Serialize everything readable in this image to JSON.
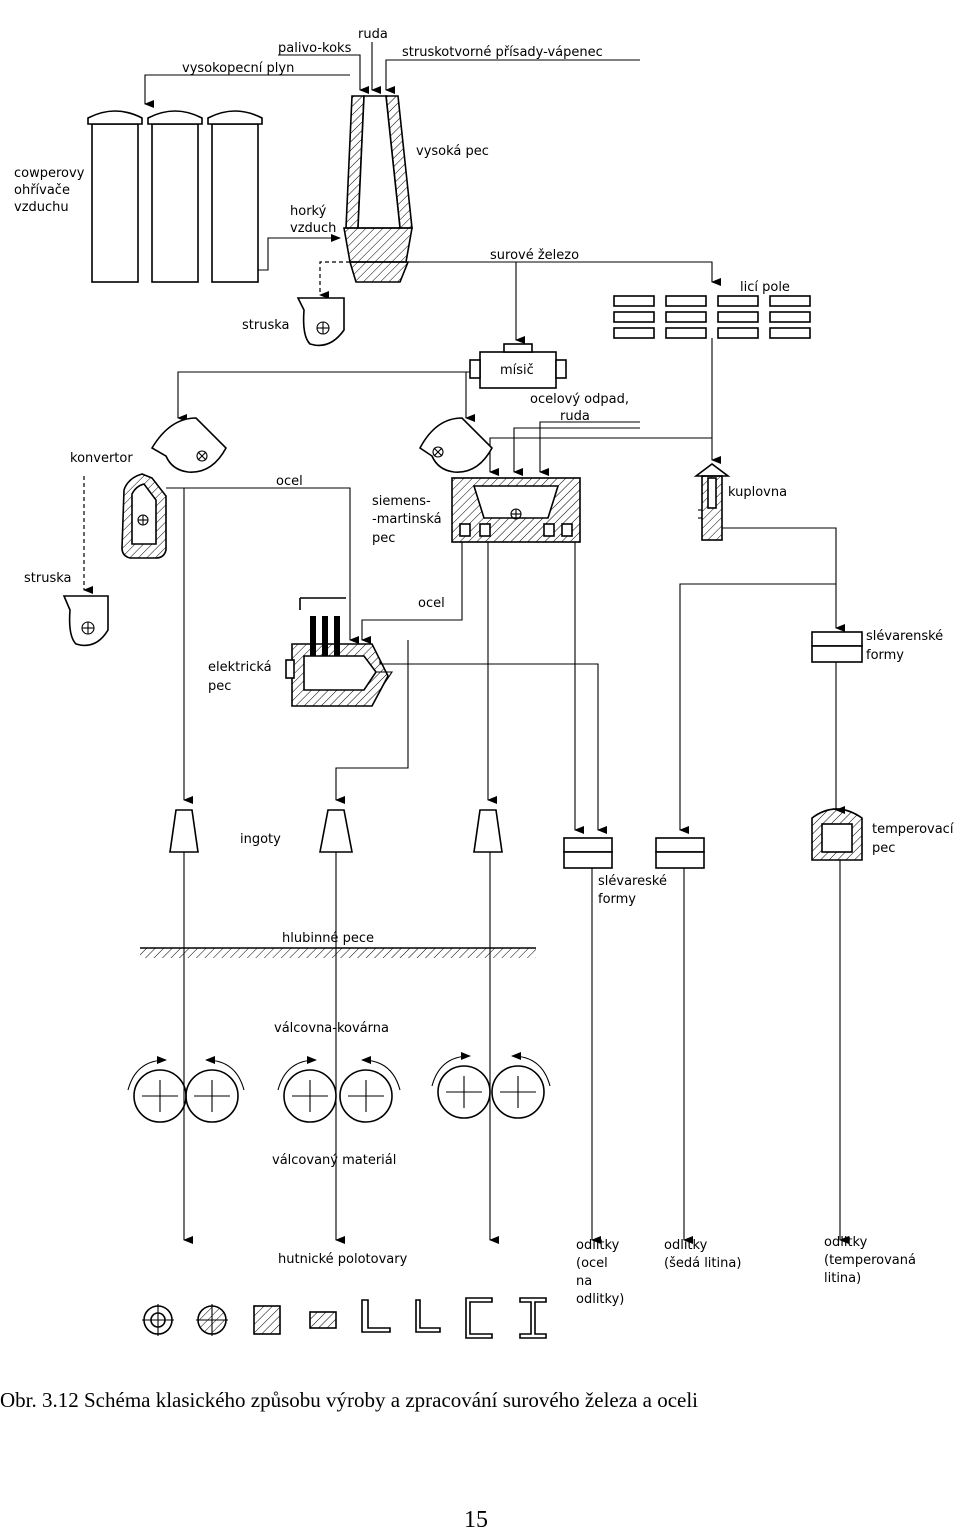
{
  "labels": {
    "ruda_top": "ruda",
    "palivo_koks": "palivo-koks",
    "vysokopecni_plyn": "vysokopecní plyn",
    "struskotvorne": "struskotvorné přísady-vápenec",
    "vysoka_pec": "vysoká pec",
    "cowper_1": "cowperovy",
    "cowper_2": "ohřívače",
    "cowper_3": "vzduchu",
    "horky_1": "horký",
    "horky_2": "vzduch",
    "surove_zelezo": "surové železo",
    "struska_top": "struska",
    "lici_pole": "licí pole",
    "misic": "mísič",
    "odpad_1": "ocelový odpad,",
    "odpad_2": "ruda",
    "konvertor": "konvertor",
    "ocel_1": "ocel",
    "siemens_1": "siemens-",
    "siemens_2": "-martinská",
    "siemens_3": "pec",
    "kuplovna": "kuplovna",
    "struska_left": "struska",
    "ocel_2": "ocel",
    "elektricka_1": "elektrická",
    "elektricka_2": "pec",
    "slevarenske_1": "slévarenské",
    "slevarenske_2": "formy",
    "ingoty": "ingoty",
    "temperovaci_1": "temperovací",
    "temperovaci_2": "pec",
    "slevareske_1": "slévareské",
    "slevareske_2": "formy",
    "hlubinne_pece": "hlubinné pece",
    "valcovna": "válcovna-kovárna",
    "valcovany": "válcovaný materiál",
    "hutnicke": "hutnické polotovary",
    "odlitky_ocel_1": "odlitky",
    "odlitky_ocel_2": "(ocel",
    "odlitky_ocel_3": "na",
    "odlitky_ocel_4": "odlitky)",
    "odlitky_seda_1": "odlitky",
    "odlitky_seda_2": "(šedá litina)",
    "odlitky_temp_1": "odlitky",
    "odlitky_temp_2": "(temperovaná",
    "odlitky_temp_3": "litina)"
  },
  "caption": "Obr. 3.12 Schéma klasického způsobu výroby a zpracování surového železa a oceli",
  "page_number": "15"
}
